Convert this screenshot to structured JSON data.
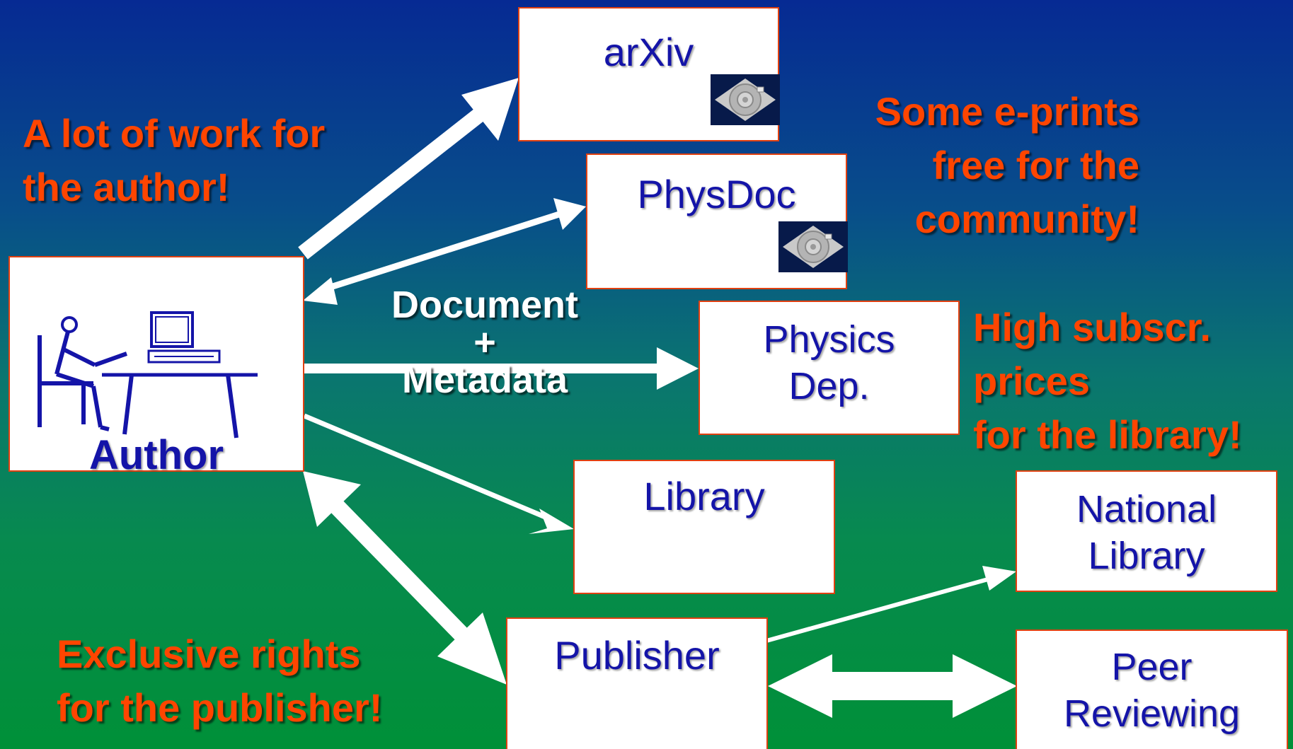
{
  "nodes": {
    "author": "Author",
    "arxiv": "arXiv",
    "physdoc": "PhysDoc",
    "physics_dep": "Physics\nDep.",
    "library": "Library",
    "publisher": "Publisher",
    "national_library": "National\nLibrary",
    "peer_reviewing": "Peer\nReviewing"
  },
  "center_label": "Document\n+\nMetadata",
  "notes": {
    "author_work": "A lot of work for\nthe author!",
    "eprints": "Some e-prints\nfree for the\ncommunity!",
    "subscr": "High subscr.\nprices\nfor the library!",
    "exclusive": "Exclusive rights\nfor the publisher!"
  },
  "colors": {
    "note_text": "#ff4500",
    "box_text": "#1414a8",
    "box_border": "#e04010",
    "arrow": "#ffffff"
  },
  "icons": [
    "cd-disc-icon",
    "author-at-computer-icon"
  ]
}
